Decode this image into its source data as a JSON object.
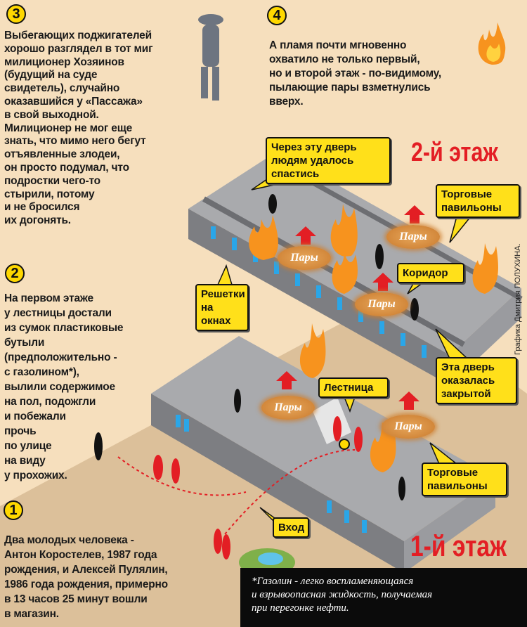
{
  "steps": [
    {
      "number": "3",
      "text": "Выбегающих поджигателей\nхорошо разглядел в тот миг\nмилиционер Хозяинов\n(будущий на суде\nсвидетель), случайно\nоказавшийся у «Пассажа»\nв свой выходной.\nМилиционер не мог еще\nзнать, что мимо него бегут\nотъявленные злодеи,\nон просто подумал, что\nподростки чего-то\nстырили, потому\n и не бросился\nих догонять."
    },
    {
      "number": "4",
      "text": "А пламя почти мгновенно\nохватило не только первый,\nно и второй этаж - по-видимому,\nпылающие пары взметнулись\nвверх."
    },
    {
      "number": "2",
      "text": "На первом этаже\nу лестницы достали\nиз сумок пластиковые\nбутыли\n(предположительно -\nс газолином*),\nвылили содержимое\nна пол, подожгли\nи побежали\nпрочь\nпо улице\nна виду\nу прохожих."
    },
    {
      "number": "1",
      "text": "Два молодых человека -\nАнтон Коростелев, 1987 года\nрождения, и Алексей Пулялин,\n1986 года рождения, примерно\nв 13 часов 25 минут вошли\nв магазин."
    }
  ],
  "floors": {
    "second": "2-й этаж",
    "first": "1-й этаж"
  },
  "callouts": {
    "escape_door": "Через эту дверь\nлюдям удалось\nспастись",
    "pavilions_top": "Торговые\nпавильоны",
    "window_bars": "Решетки\nна окнах",
    "corridor": "Коридор",
    "locked_door": "Эта дверь\nоказалась\nзакрытой",
    "stairs": "Лестница",
    "pavilions_bottom": "Торговые\nпавильоны",
    "entrance": "Вход"
  },
  "vapor_label": "Пары",
  "footnote": "*Газолин - легко воспламеняющаяся\nи взрывоопасная жидкость, получаемая\nпри перегонке нефти.",
  "credit": "Графика Дмитрия ПОЛУХИНА.",
  "colors": {
    "background": "#f6dfbd",
    "street": "#dcc09a",
    "accent_yellow": "#ffe01a",
    "floor_red": "#e31e24",
    "wall_gray": "#8d8e92"
  }
}
